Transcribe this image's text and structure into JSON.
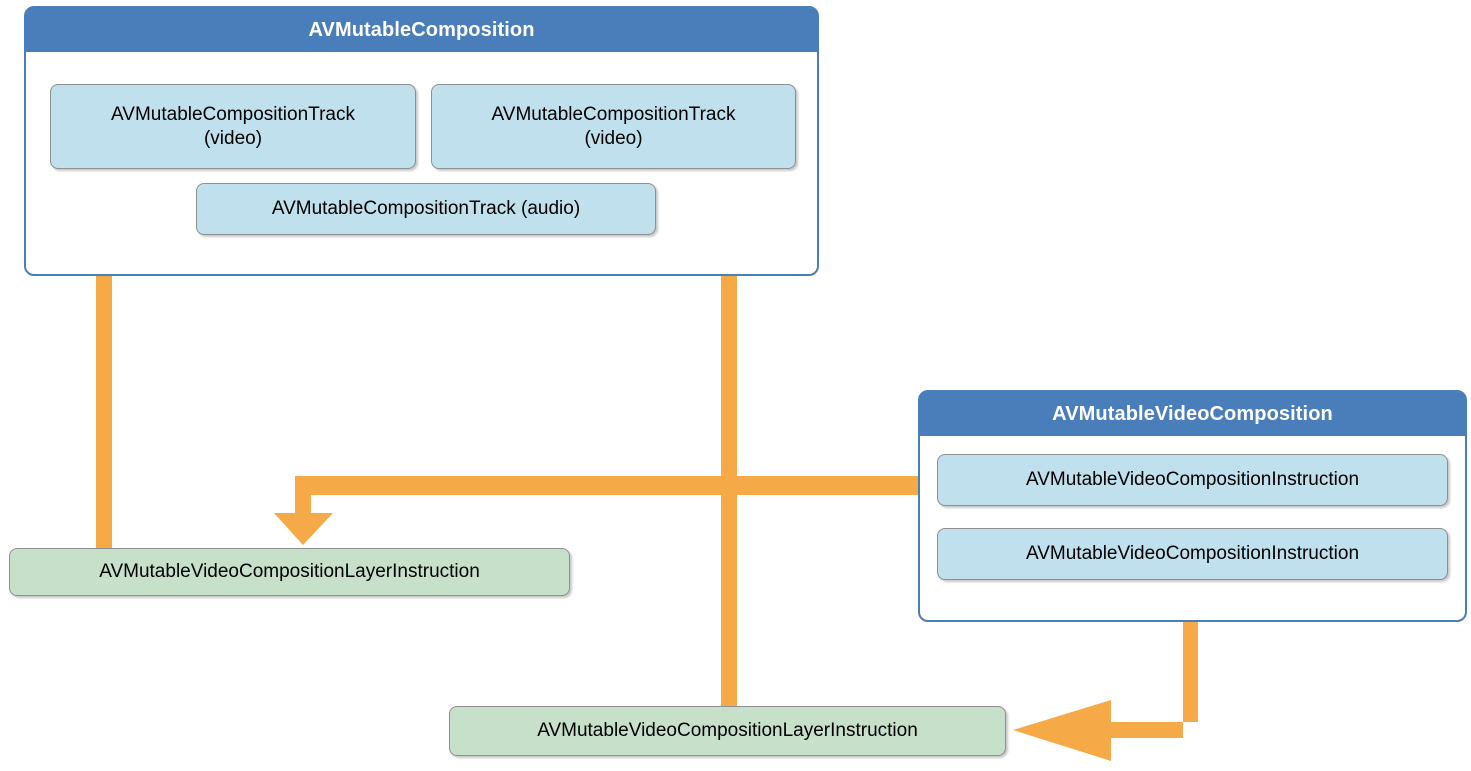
{
  "diagram": {
    "title_semantic": "AVFoundation composition object relationships",
    "colors": {
      "panel_header_blue": "#4a7ebb",
      "panel_border_blue": "#4a7ebb",
      "node_blue_fill": "#bfe0ec",
      "node_green_fill": "#c7e0c9",
      "node_border_gray": "#8f8f8f",
      "arrow_orange": "#f5a947",
      "background": "#ffffff",
      "header_text": "#ffffff",
      "node_text": "#000000"
    },
    "panels": [
      {
        "id": "composition",
        "header": "AVMutableComposition",
        "nodes": [
          {
            "id": "video-track-1",
            "line1": "AVMutableCompositionTrack",
            "line2": "(video)",
            "fill": "blue"
          },
          {
            "id": "video-track-2",
            "line1": "AVMutableCompositionTrack",
            "line2": "(video)",
            "fill": "blue"
          },
          {
            "id": "audio-track",
            "line1": "AVMutableCompositionTrack (audio)",
            "line2": "",
            "fill": "blue"
          }
        ]
      },
      {
        "id": "video-composition",
        "header": "AVMutableVideoComposition",
        "nodes": [
          {
            "id": "instruction-1",
            "line1": "AVMutableVideoCompositionInstruction",
            "line2": "",
            "fill": "blue"
          },
          {
            "id": "instruction-2",
            "line1": "AVMutableVideoCompositionInstruction",
            "line2": "",
            "fill": "blue"
          }
        ]
      }
    ],
    "standalone_nodes": [
      {
        "id": "layer-instruction-1",
        "label": "AVMutableVideoCompositionLayerInstruction",
        "fill": "green"
      },
      {
        "id": "layer-instruction-2",
        "label": "AVMutableVideoCompositionLayerInstruction",
        "fill": "green"
      }
    ],
    "connectors": [
      {
        "id": "layer-instruction-1-to-video-track-1",
        "shape": "vertical-up-arrow",
        "direction": "up"
      },
      {
        "id": "layer-instruction-2-to-video-track-2",
        "shape": "vertical-up-arrow",
        "direction": "up"
      },
      {
        "id": "instruction-1-to-layer-instruction-1",
        "shape": "elbow-left-then-down",
        "direction": "down"
      },
      {
        "id": "instruction-2-to-layer-instruction-2",
        "shape": "elbow-down-then-left",
        "direction": "left"
      }
    ]
  }
}
